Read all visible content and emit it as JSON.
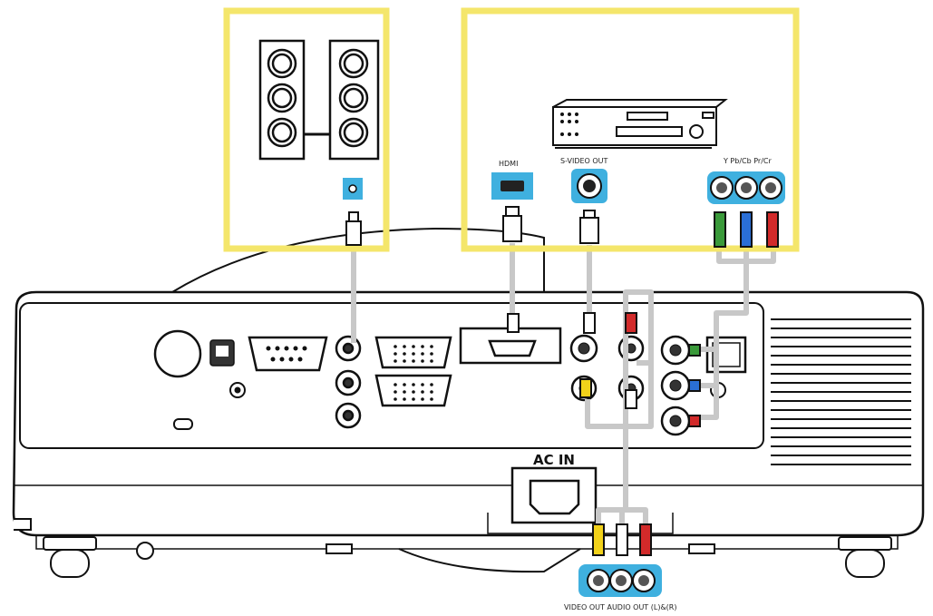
{
  "labels": {
    "hdmi": "HDMI",
    "svideo_out": "S-VIDEO OUT",
    "component": "Y Pb/Cb Pr/Cr",
    "ac_in": "AC   IN",
    "av_out": "VIDEO OUT AUDIO OUT (L)&(R)"
  },
  "colors": {
    "highlight_frame": "#f4e66b",
    "connector_highlight": "#3fb0df",
    "cable": "#c8c8c8",
    "outline": "#111111",
    "plug_green": "#3a9a3a",
    "plug_blue": "#2a6fd6",
    "plug_red": "#d22a2a",
    "plug_yellow": "#f2d21a"
  },
  "icons": [
    "speaker-icon",
    "vcr-icon",
    "hdmi-port-icon",
    "svideo-port-icon",
    "component-jacks-icon",
    "rca-jacks-icon",
    "power-inlet-icon",
    "vga-port-icon",
    "usb-port-icon",
    "rs232-port-icon"
  ]
}
